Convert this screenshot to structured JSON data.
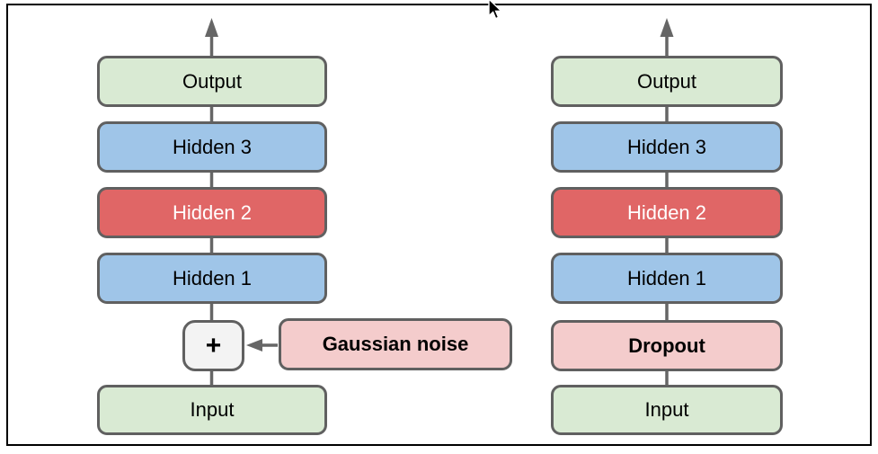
{
  "colors": {
    "green_box": "#d9ead3",
    "blue_box": "#9fc5e8",
    "red_box": "#e06666",
    "pink_box": "#f4cccc",
    "plus_box": "#f3f3f3",
    "box_border": "#606060",
    "connector": "#666666",
    "frame_border": "#000000",
    "hidden2_text": "#ffffff",
    "label_text": "#000000"
  },
  "left_network": {
    "output": "Output",
    "hidden3": "Hidden 3",
    "hidden2": "Hidden 2",
    "hidden1": "Hidden 1",
    "plus_operator": "+",
    "noise_label": "Gaussian noise",
    "input": "Input"
  },
  "right_network": {
    "output": "Output",
    "hidden3": "Hidden 3",
    "hidden2": "Hidden 2",
    "hidden1": "Hidden 1",
    "dropout": "Dropout",
    "input": "Input"
  }
}
